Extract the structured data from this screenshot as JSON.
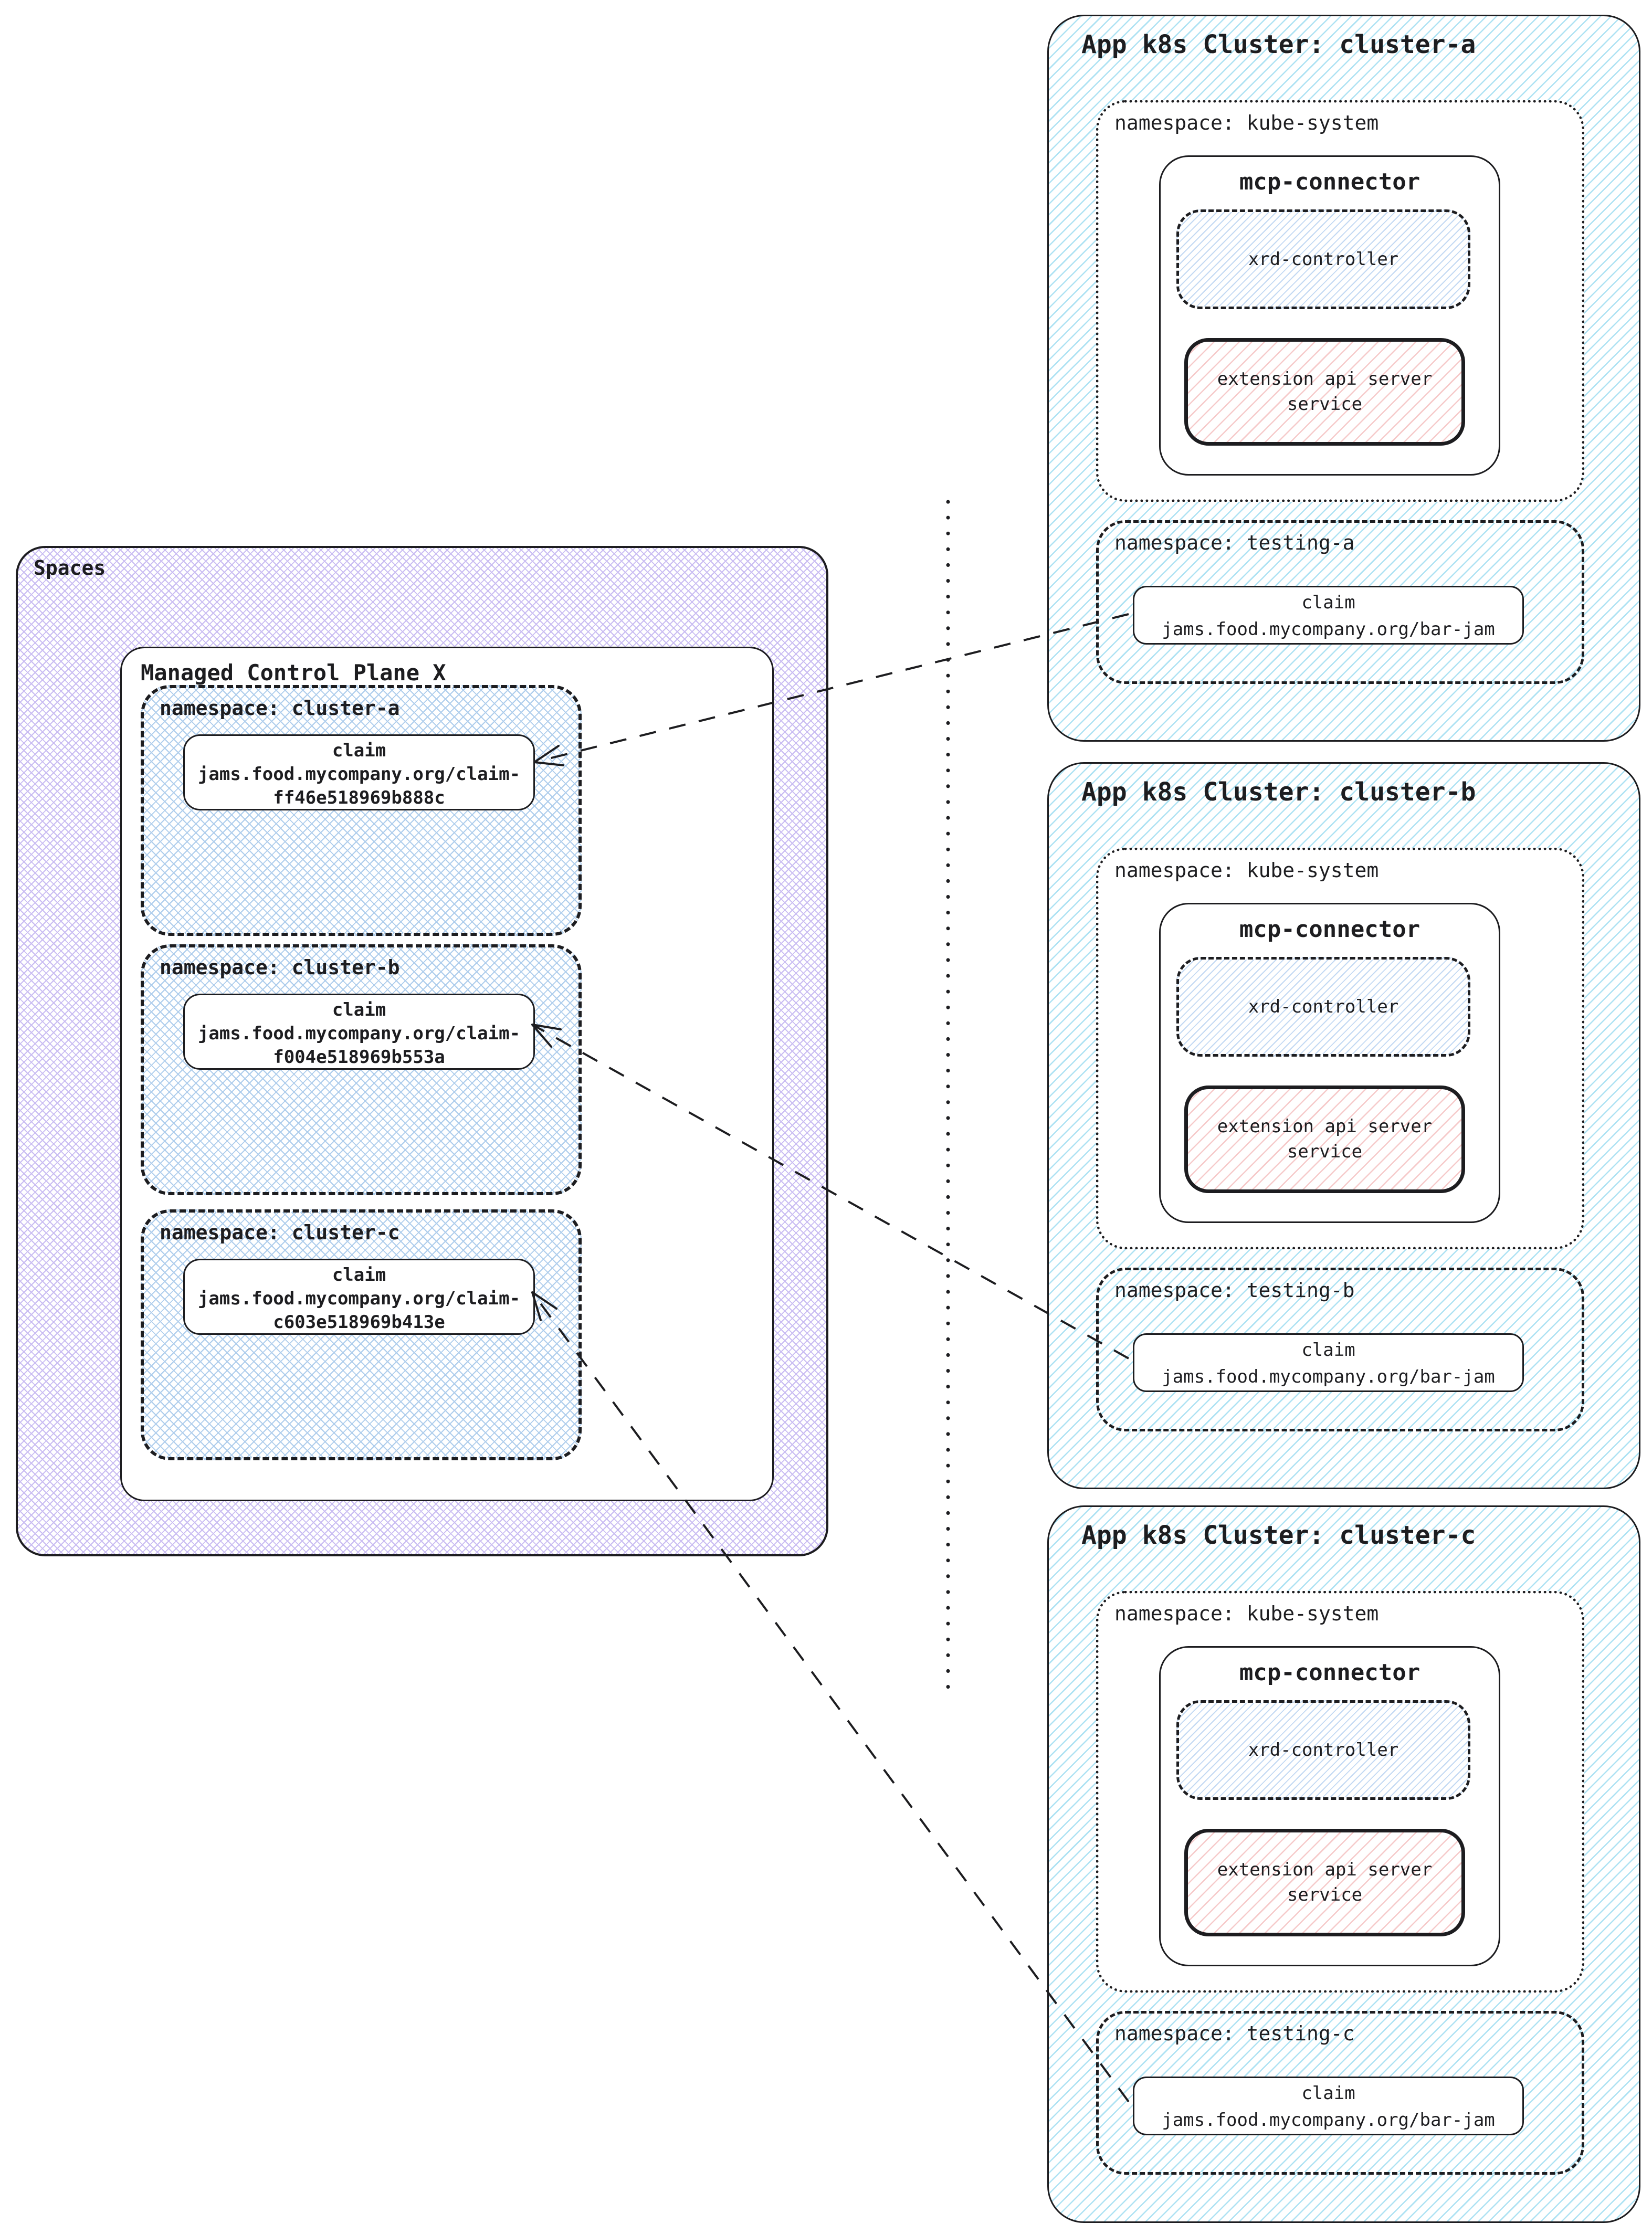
{
  "colors": {
    "ink": "#1d1d20",
    "cluster-hatch": "#ade2f3",
    "xrd-hatch": "#c3d9f3",
    "ext-hatch": "#f6caca",
    "spaces-hatch": "#c9bcf2",
    "ns-hatch": "#aecdec"
  },
  "spaces": {
    "title": "Spaces",
    "control_plane": {
      "title": "Managed Control Plane X",
      "namespaces": [
        {
          "label": "namespace: cluster-a",
          "claim": {
            "title": "claim",
            "resource_line1": "jams.food.mycompany.org/claim-",
            "resource_line2": "ff46e518969b888c"
          }
        },
        {
          "label": "namespace: cluster-b",
          "claim": {
            "title": "claim",
            "resource_line1": "jams.food.mycompany.org/claim-",
            "resource_line2": "f004e518969b553a"
          }
        },
        {
          "label": "namespace: cluster-c",
          "claim": {
            "title": "claim",
            "resource_line1": "jams.food.mycompany.org/claim-",
            "resource_line2": "c603e518969b413e"
          }
        }
      ]
    }
  },
  "clusters": [
    {
      "title": "App k8s Cluster: cluster-a",
      "kube_system": {
        "label": "namespace: kube-system",
        "mcp_connector": {
          "title": "mcp-connector",
          "xrd_controller": "xrd-controller",
          "extension_api": "extension api server service"
        }
      },
      "testing": {
        "label": "namespace: testing-a",
        "claim": {
          "title": "claim",
          "resource": "jams.food.mycompany.org/bar-jam"
        }
      }
    },
    {
      "title": "App k8s Cluster: cluster-b",
      "kube_system": {
        "label": "namespace: kube-system",
        "mcp_connector": {
          "title": "mcp-connector",
          "xrd_controller": "xrd-controller",
          "extension_api": "extension api server service"
        }
      },
      "testing": {
        "label": "namespace: testing-b",
        "claim": {
          "title": "claim",
          "resource": "jams.food.mycompany.org/bar-jam"
        }
      }
    },
    {
      "title": "App k8s Cluster: cluster-c",
      "kube_system": {
        "label": "namespace: kube-system",
        "mcp_connector": {
          "title": "mcp-connector",
          "xrd_controller": "xrd-controller",
          "extension_api": "extension api server service"
        }
      },
      "testing": {
        "label": "namespace: testing-c",
        "claim": {
          "title": "claim",
          "resource": "jams.food.mycompany.org/bar-jam"
        }
      }
    }
  ]
}
